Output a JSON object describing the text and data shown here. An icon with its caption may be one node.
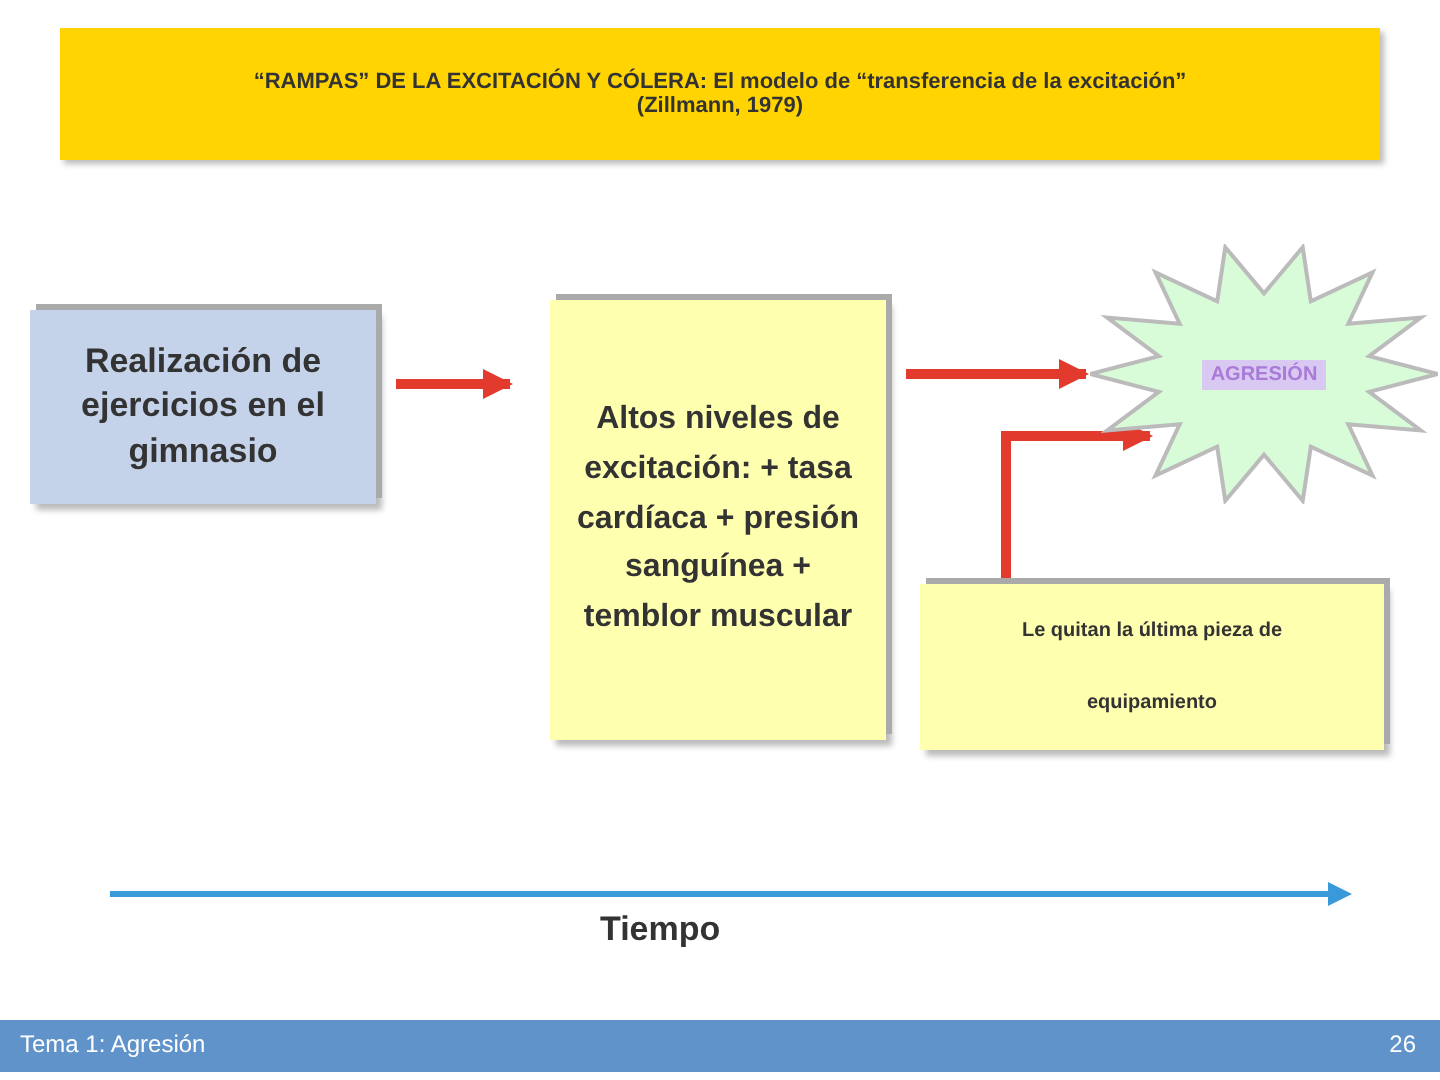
{
  "diagram": {
    "title": "“RAMPAS” DE LA EXCITACIÓN Y CÓLERA: El modelo de “transferencia de la excitación” (Zillmann, 1979)",
    "nodes": [
      {
        "text": [
          "Realización de ejercicios en el gimnasio"
        ]
      },
      {
        "text": [
          "Altos niveles de excitación: + tasa cardíaca + presión sanguínea + temblor muscular"
        ]
      },
      {
        "text": [
          "AGRESIÓN"
        ]
      },
      {
        "text": [
          "Le quitan la última pieza de",
          "equipamiento"
        ]
      }
    ],
    "edges": [
      {
        "from": 0,
        "to": 1,
        "arrow": "to"
      },
      {
        "from": 1,
        "to": 2,
        "arrow": "to"
      },
      {
        "from": 3,
        "to": 2,
        "arrow": "to"
      }
    ],
    "labels": [
      "Tiempo",
      "Tema 1: Agresión",
      "26"
    ]
  }
}
